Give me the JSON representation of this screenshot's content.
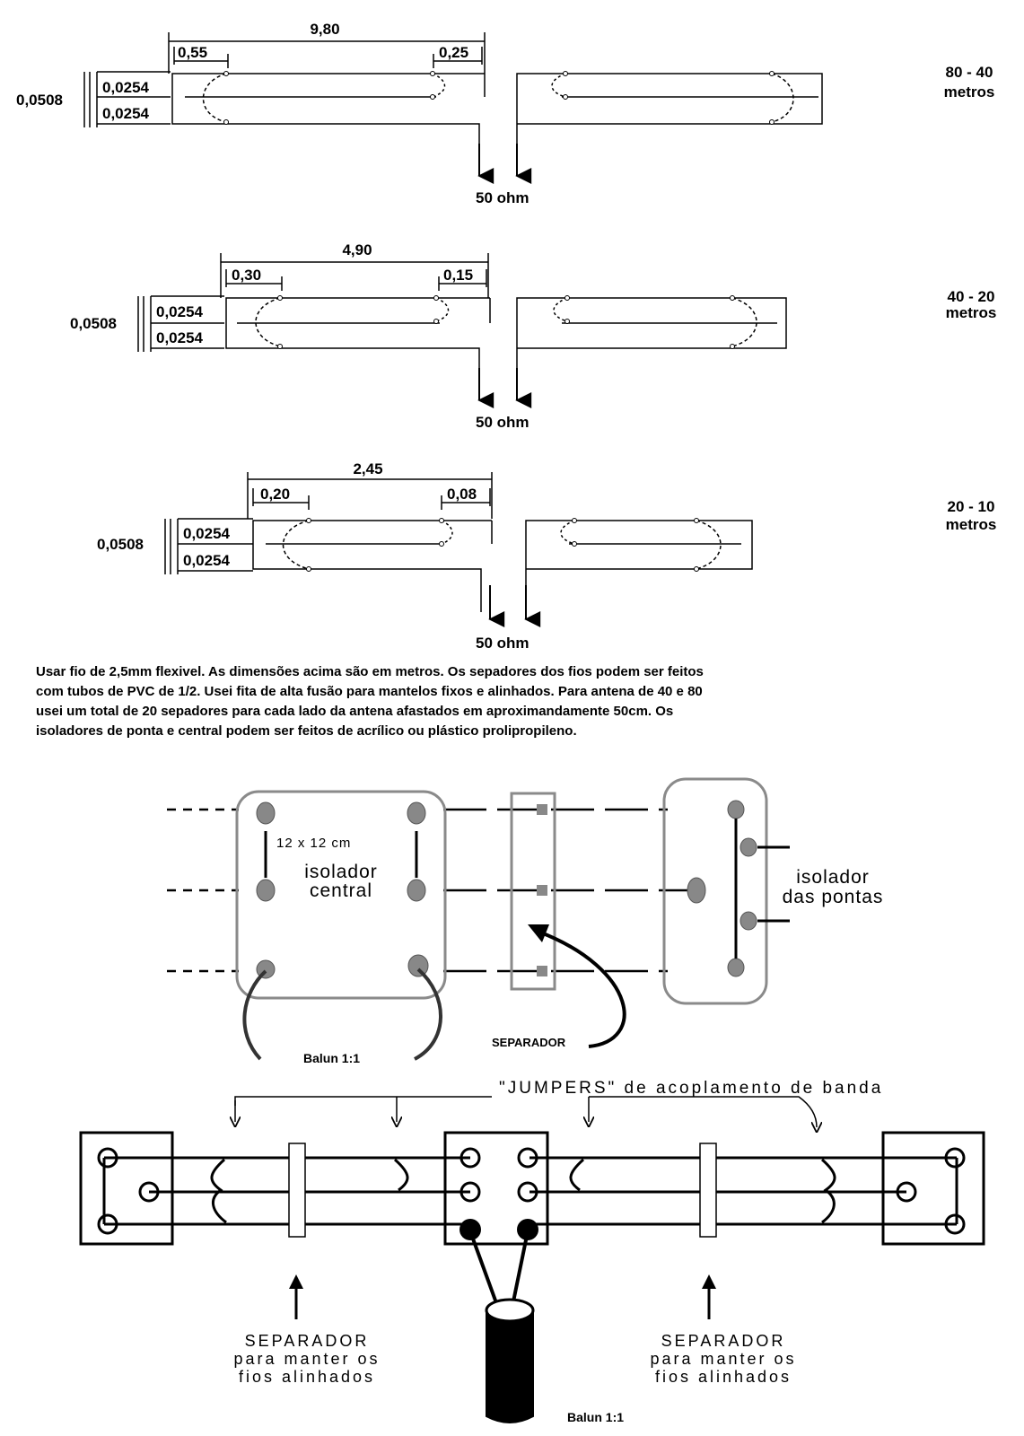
{
  "antennas": [
    {
      "total_length": "9,80",
      "left_offset": "0,55",
      "right_offset": "0,25",
      "spacing_total": "0,0508",
      "spacing_top": "0,0254",
      "spacing_bottom": "0,0254",
      "band_range": "80 - 40",
      "band_unit": "metros",
      "feed": "50 ohm"
    },
    {
      "total_length": "4,90",
      "left_offset": "0,30",
      "right_offset": "0,15",
      "spacing_total": "0,0508",
      "spacing_top": "0,0254",
      "spacing_bottom": "0,0254",
      "band_range": "40 - 20",
      "band_unit": "metros",
      "feed": "50 ohm"
    },
    {
      "total_length": "2,45",
      "left_offset": "0,20",
      "right_offset": "0,08",
      "spacing_total": "0,0508",
      "spacing_top": "0,0254",
      "spacing_bottom": "0,0254",
      "band_range": "20 - 10",
      "band_unit": "metros",
      "feed": "50 ohm"
    }
  ],
  "notes": [
    "Usar fio de 2,5mm flexivel. As dimensões acima são em metros. Os sepadores dos fios podem ser feitos",
    "com tubos de PVC de 1/2. Usei fita de alta fusão para mantelos fixos e alinhados. Para antena de 40 e 80",
    "usei um total de 20 sepadores para cada lado da antena afastados em aproximandamente 50cm. Os",
    "isoladores de ponta e central podem ser feitos de acrílico ou plástico prolipropileno."
  ],
  "insulator_diagram": {
    "size": "12 x 12 cm",
    "central_line1": "isolador",
    "central_line2": "central",
    "tips_line1": "isolador",
    "tips_line2": "das pontas",
    "separator": "SEPARADOR",
    "balun": "Balun 1:1"
  },
  "jumper_diagram": {
    "jumpers_title": "\"JUMPERS\" de acoplamento de banda",
    "separator_line1": "SEPARADOR",
    "separator_line2": "para manter os",
    "separator_line3": "fios alinhados",
    "balun": "Balun 1:1"
  },
  "colors": {
    "ink": "#000000",
    "insulator_outline": "#8a8a8a",
    "hole_fill": "#888888"
  }
}
